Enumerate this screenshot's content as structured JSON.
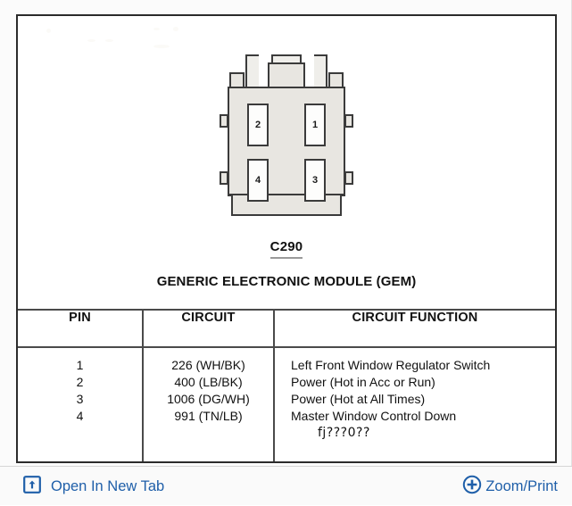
{
  "document": {
    "connector_code": "C290",
    "connector_name": "GENERIC ELECTRONIC MODULE (GEM)"
  },
  "connector_diagram": {
    "cavities": [
      {
        "label": "2",
        "position": "top-left"
      },
      {
        "label": "1",
        "position": "top-right"
      },
      {
        "label": "4",
        "position": "bottom-left"
      },
      {
        "label": "3",
        "position": "bottom-right"
      }
    ]
  },
  "table": {
    "headers": [
      "PIN",
      "CIRCUIT",
      "CIRCUIT FUNCTION"
    ],
    "rows": [
      {
        "pin": "1",
        "circuit": "226 (WH/BK)",
        "function": "Left Front Window Regulator Switch"
      },
      {
        "pin": "2",
        "circuit": "400 (LB/BK)",
        "function": "Power (Hot in Acc or Run)"
      },
      {
        "pin": "3",
        "circuit": "1006 (DG/WH)",
        "function": "Power (Hot at All Times)"
      },
      {
        "pin": "4",
        "circuit": "991 (TN/LB)",
        "function": "Master Window Control Down"
      }
    ],
    "function_extra_line": "fj???0??",
    "pins_column_text": "1\n2\n3\n4",
    "circuit_column_text": "226 (WH/BK)\n400 (LB/BK)\n1006 (DG/WH)\n991 (TN/LB)"
  },
  "toolbar": {
    "open_new_tab_label": "Open In New Tab",
    "zoom_print_label": "Zoom/Print",
    "open_new_tab_icon": "open-in-new-tab-icon",
    "zoom_print_icon": "zoom-in-circle-icon",
    "link_color": "#1f5fa9"
  },
  "colors": {
    "frame_border": "#2b2b2b",
    "connector_fill": "#e8e6e1",
    "connector_stroke": "#3b3b3b",
    "table_rule": "#4a4a4a",
    "toolbar_bg": "#fafafa"
  }
}
